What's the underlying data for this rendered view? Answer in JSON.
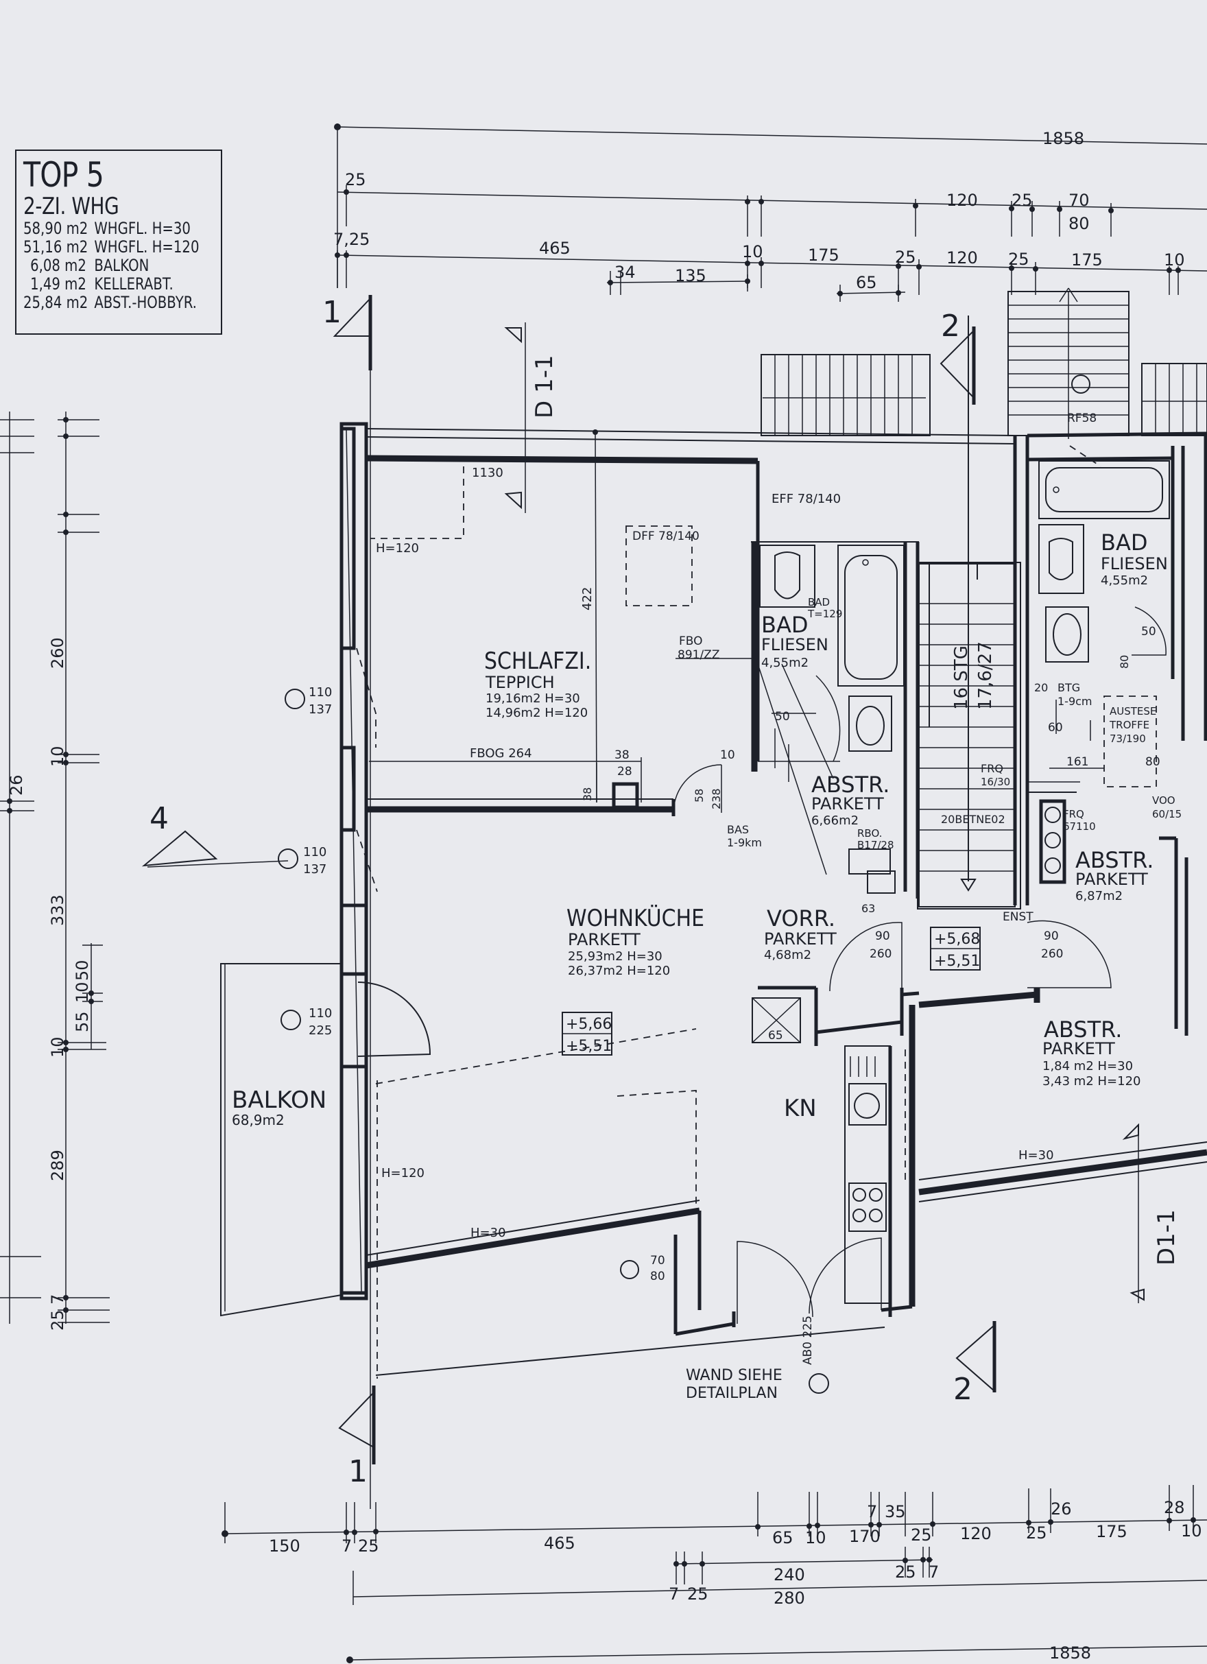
{
  "info_box": {
    "title": "TOP 5",
    "subtitle": "2-ZI. WHG",
    "areas": [
      {
        "value": "58,90 m2",
        "label": "WHGFL. H=30"
      },
      {
        "value": "51,16 m2",
        "label": "WHGFL. H=120"
      },
      {
        "value": "6,08 m2",
        "label": "BALKON"
      },
      {
        "value": "1,49 m2",
        "label": "KELLERABT."
      },
      {
        "value": "25,84 m2",
        "label": "ABST.-HOBBYR."
      }
    ]
  },
  "rooms": {
    "schlafzi": {
      "name": "SCHLAFZI.",
      "floor": "TEPPICH",
      "area1": "19,16m2  H=30",
      "area2": "14,96m2  H=120"
    },
    "wohnkueche": {
      "name": "WOHNKÜCHE",
      "floor": "PARKETT",
      "area1": "25,93m2  H=30",
      "area2": "26,37m2  H=120"
    },
    "bad_left": {
      "name": "BAD",
      "floor": "FLIESEN",
      "area": "4,55m2"
    },
    "bad_right": {
      "name": "BAD",
      "floor": "FLIESEN",
      "area": "4,55m2"
    },
    "abstr_left": {
      "name": "ABSTR.",
      "floor": "PARKETT",
      "area": "6,66m2"
    },
    "abstr_right": {
      "name": "ABSTR.",
      "floor": "PARKETT",
      "area": "6,87m2"
    },
    "abstr_lower": {
      "name": "ABSTR.",
      "floor": "PARKETT",
      "area1": "1,84 m2  H=30",
      "area2": "3,43 m2  H=120"
    },
    "vorr": {
      "name": "VORR.",
      "floor": "PARKETT",
      "area": "4,68m2"
    },
    "kn": {
      "name": "KN"
    },
    "balkon": {
      "name": "BALKON",
      "area": "68,9m2"
    }
  },
  "top_dims": {
    "row1": [
      "1858"
    ],
    "row2": [
      "25",
      "120",
      "25",
      "70",
      "80"
    ],
    "row3": [
      "7,25",
      "465",
      "10",
      "175",
      "25",
      "120",
      "25",
      "175",
      "10"
    ],
    "row4": [
      "34",
      "135",
      "65"
    ]
  },
  "bottom_dims": {
    "row1": [
      "150",
      "7",
      "25",
      "465",
      "65",
      "10",
      "170",
      "25",
      "120",
      "25",
      "175",
      "10"
    ],
    "row1_top": [
      "7",
      "35",
      "26",
      "28"
    ],
    "row2": [
      "7",
      "25",
      "240",
      "25",
      "7"
    ],
    "row3": [
      "280"
    ],
    "row4": [
      "1858"
    ]
  },
  "left_dims": [
    "260",
    "10",
    "26",
    "333",
    "50",
    "10",
    "55",
    "10",
    "289",
    "7",
    "25"
  ],
  "section_marks": [
    "1",
    "1",
    "2",
    "2",
    "4",
    "D 1-1",
    "D1-1"
  ],
  "annotations": {
    "h120_a": "H=120",
    "h120_b": "H=120",
    "h30_a": "H=30",
    "h30_b": "H=30",
    "dim_1130": "1130",
    "dim_422": "422",
    "dff": "DFF 78/140",
    "eff": "EFF 78/140",
    "fbo": "FBO",
    "fbo_val": "891/ZZ",
    "fbog": "FBOG 264",
    "bad_t": "BAD",
    "bad_t2": "T=129",
    "win1_a": "110",
    "win1_b": "137",
    "win2_a": "110",
    "win2_b": "137",
    "win3_a": "110",
    "win3_b": "225",
    "door_a": "70",
    "door_b": "80",
    "door2": "AB0  225",
    "level1_a": "+5,66",
    "level1_b": "+5,51",
    "level2_a": "+5,68",
    "level2_b": "+5,51",
    "stairs_a": "16 STG",
    "stairs_b": "17,6/27",
    "wand": "WAND SIEHE",
    "detail": "DETAILPLAN",
    "rf58": "RF58",
    "btg": "BTG",
    "btg2": "1-9cm",
    "austese": "AUSTESE",
    "troffe": "TROFFE",
    "troffe_val": "73/190",
    "frq": "FRQ",
    "frq_val": "67110",
    "voo": "VOO",
    "voo_val": "60/15",
    "enst": "ENST",
    "bas": "BAS",
    "bas_val": "1-9km",
    "rbo": "RBO.",
    "rbo_val": "B17/28",
    "frq2": "FRQ",
    "frq2_val": "16/30",
    "stg_label": "20BETNE02",
    "d50": "50",
    "d10": "10",
    "d28": "28",
    "d38": "38",
    "d38b": "38",
    "d58": "58",
    "d238": "238",
    "d90": "90",
    "d260": "260",
    "d90b": "90",
    "d260b": "260",
    "d65": "65",
    "d63": "63",
    "d60": "60",
    "d161": "161",
    "d80": "80",
    "d50b": "50",
    "d80b": "80",
    "d20": "20"
  }
}
